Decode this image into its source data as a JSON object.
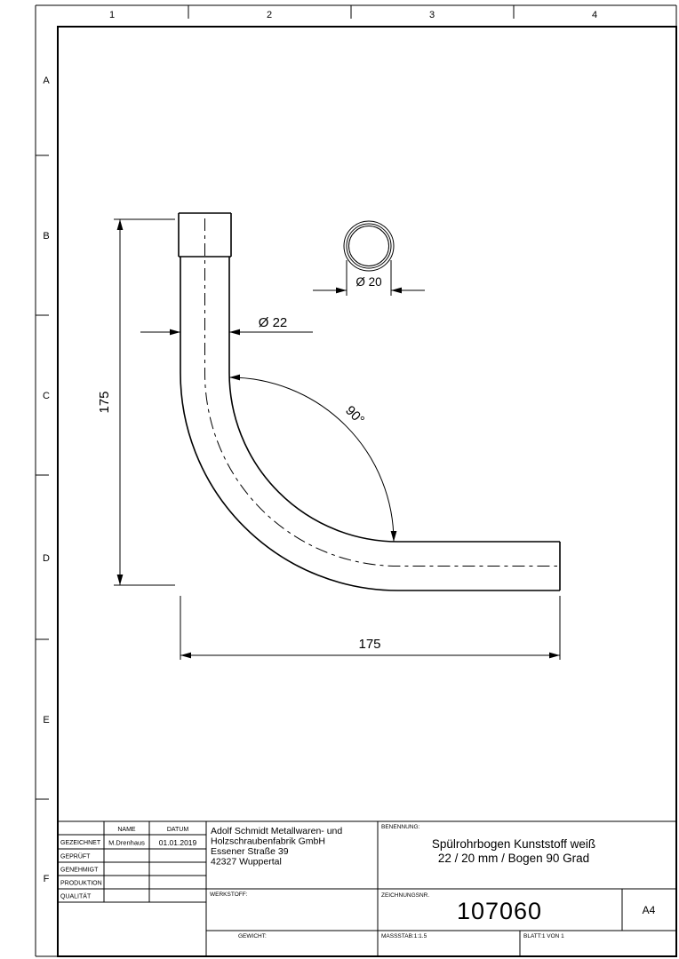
{
  "zones": {
    "top": [
      "1",
      "2",
      "3",
      "4"
    ],
    "left": [
      "A",
      "B",
      "C",
      "D",
      "E",
      "F"
    ]
  },
  "drawing": {
    "dim_height": "175",
    "dim_length": "175",
    "dim_outer": "Ø 22",
    "dim_inner": "Ø 20",
    "dim_angle": "90°"
  },
  "title_block": {
    "table": {
      "name_header": "NAME",
      "datum_header": "DATUM",
      "rows": [
        {
          "label": "GEZEICHNET",
          "name": "M.Drenhaus",
          "datum": "01.01.2019"
        },
        {
          "label": "GEPRÜFT",
          "name": "",
          "datum": ""
        },
        {
          "label": "GENEHMIGT",
          "name": "",
          "datum": ""
        },
        {
          "label": "PRODUKTION",
          "name": "",
          "datum": ""
        },
        {
          "label": "QUALITÄT",
          "name": "",
          "datum": ""
        }
      ]
    },
    "company": {
      "line1": "Adolf Schmidt Metallwaren- und",
      "line2": "Holzschraubenfabrik GmbH",
      "line3": "Essener Straße 39",
      "line4": "42327 Wuppertal"
    },
    "werkstoff_label": "WERKSTOFF:",
    "gewicht_label": "GEWICHT:",
    "benennung_label": "BENENNUNG:",
    "part_title_line1": "Spülrohrbogen Kunststoff weiß",
    "part_title_line2": "22 / 20 mm / Bogen 90 Grad",
    "zeichnungsnr_label": "ZEICHNUNGSNR.",
    "drawing_number": "107060",
    "paper_format": "A4",
    "massstab": "MASSSTAB:1:1.5",
    "blatt": "BLATT:1 VON 1"
  }
}
